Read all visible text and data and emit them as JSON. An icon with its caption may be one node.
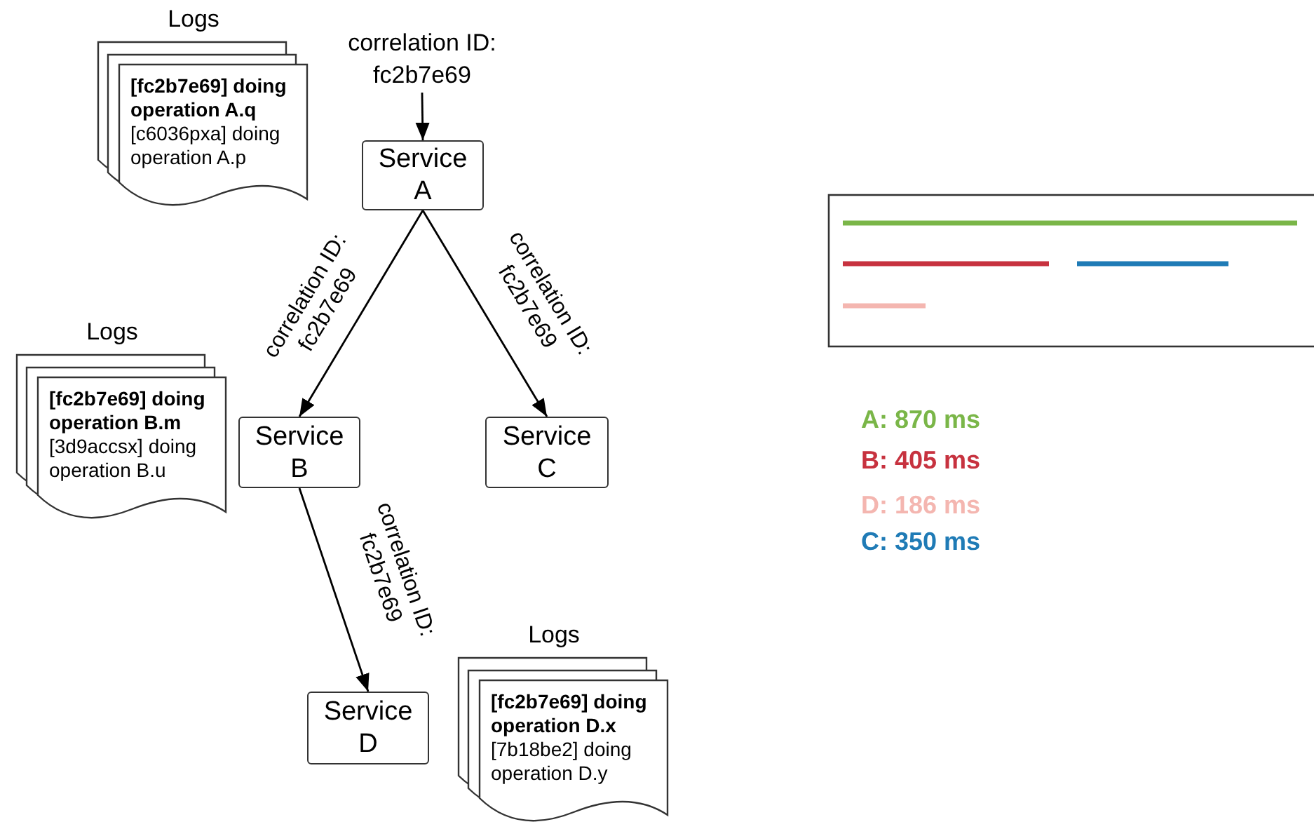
{
  "diagram": {
    "nodes": [
      {
        "text": [
          "correlation ID: fc2b7e69"
        ]
      },
      {
        "text": [
          "Service A"
        ]
      },
      {
        "text": [
          "Service B"
        ]
      },
      {
        "text": [
          "Service C"
        ]
      },
      {
        "text": [
          "Service D"
        ]
      },
      {
        "text": [
          "Logs",
          "[fc2b7e69] doing operation A.q",
          "[c6036pxa] doing operation A.p"
        ]
      },
      {
        "text": [
          "Logs",
          "[fc2b7e69] doing operation B.m",
          "[3d9accsx] doing operation B.u"
        ]
      },
      {
        "text": [
          "Logs",
          "[fc2b7e69] doing operation D.x",
          "[7b18be2] doing operation D.y"
        ]
      }
    ],
    "edges": [
      {
        "from": 0,
        "to": 1,
        "arrow": "to"
      },
      {
        "from": 1,
        "to": 2,
        "arrow": "to",
        "label": "correlation ID: fc2b7e69"
      },
      {
        "from": 1,
        "to": 3,
        "arrow": "to",
        "label": "correlation ID: fc2b7e69"
      },
      {
        "from": 2,
        "to": 4,
        "arrow": "to",
        "label": "correlation ID: fc2b7e69"
      }
    ],
    "legend": [
      {
        "text": "A: 870 ms",
        "color": "#7ab648"
      },
      {
        "text": "B: 405 ms",
        "color": "#c7323f"
      },
      {
        "text": "D: 186 ms",
        "color": "#f4b6b0"
      },
      {
        "text": "C: 350 ms",
        "color": "#1f7bb6"
      }
    ]
  }
}
